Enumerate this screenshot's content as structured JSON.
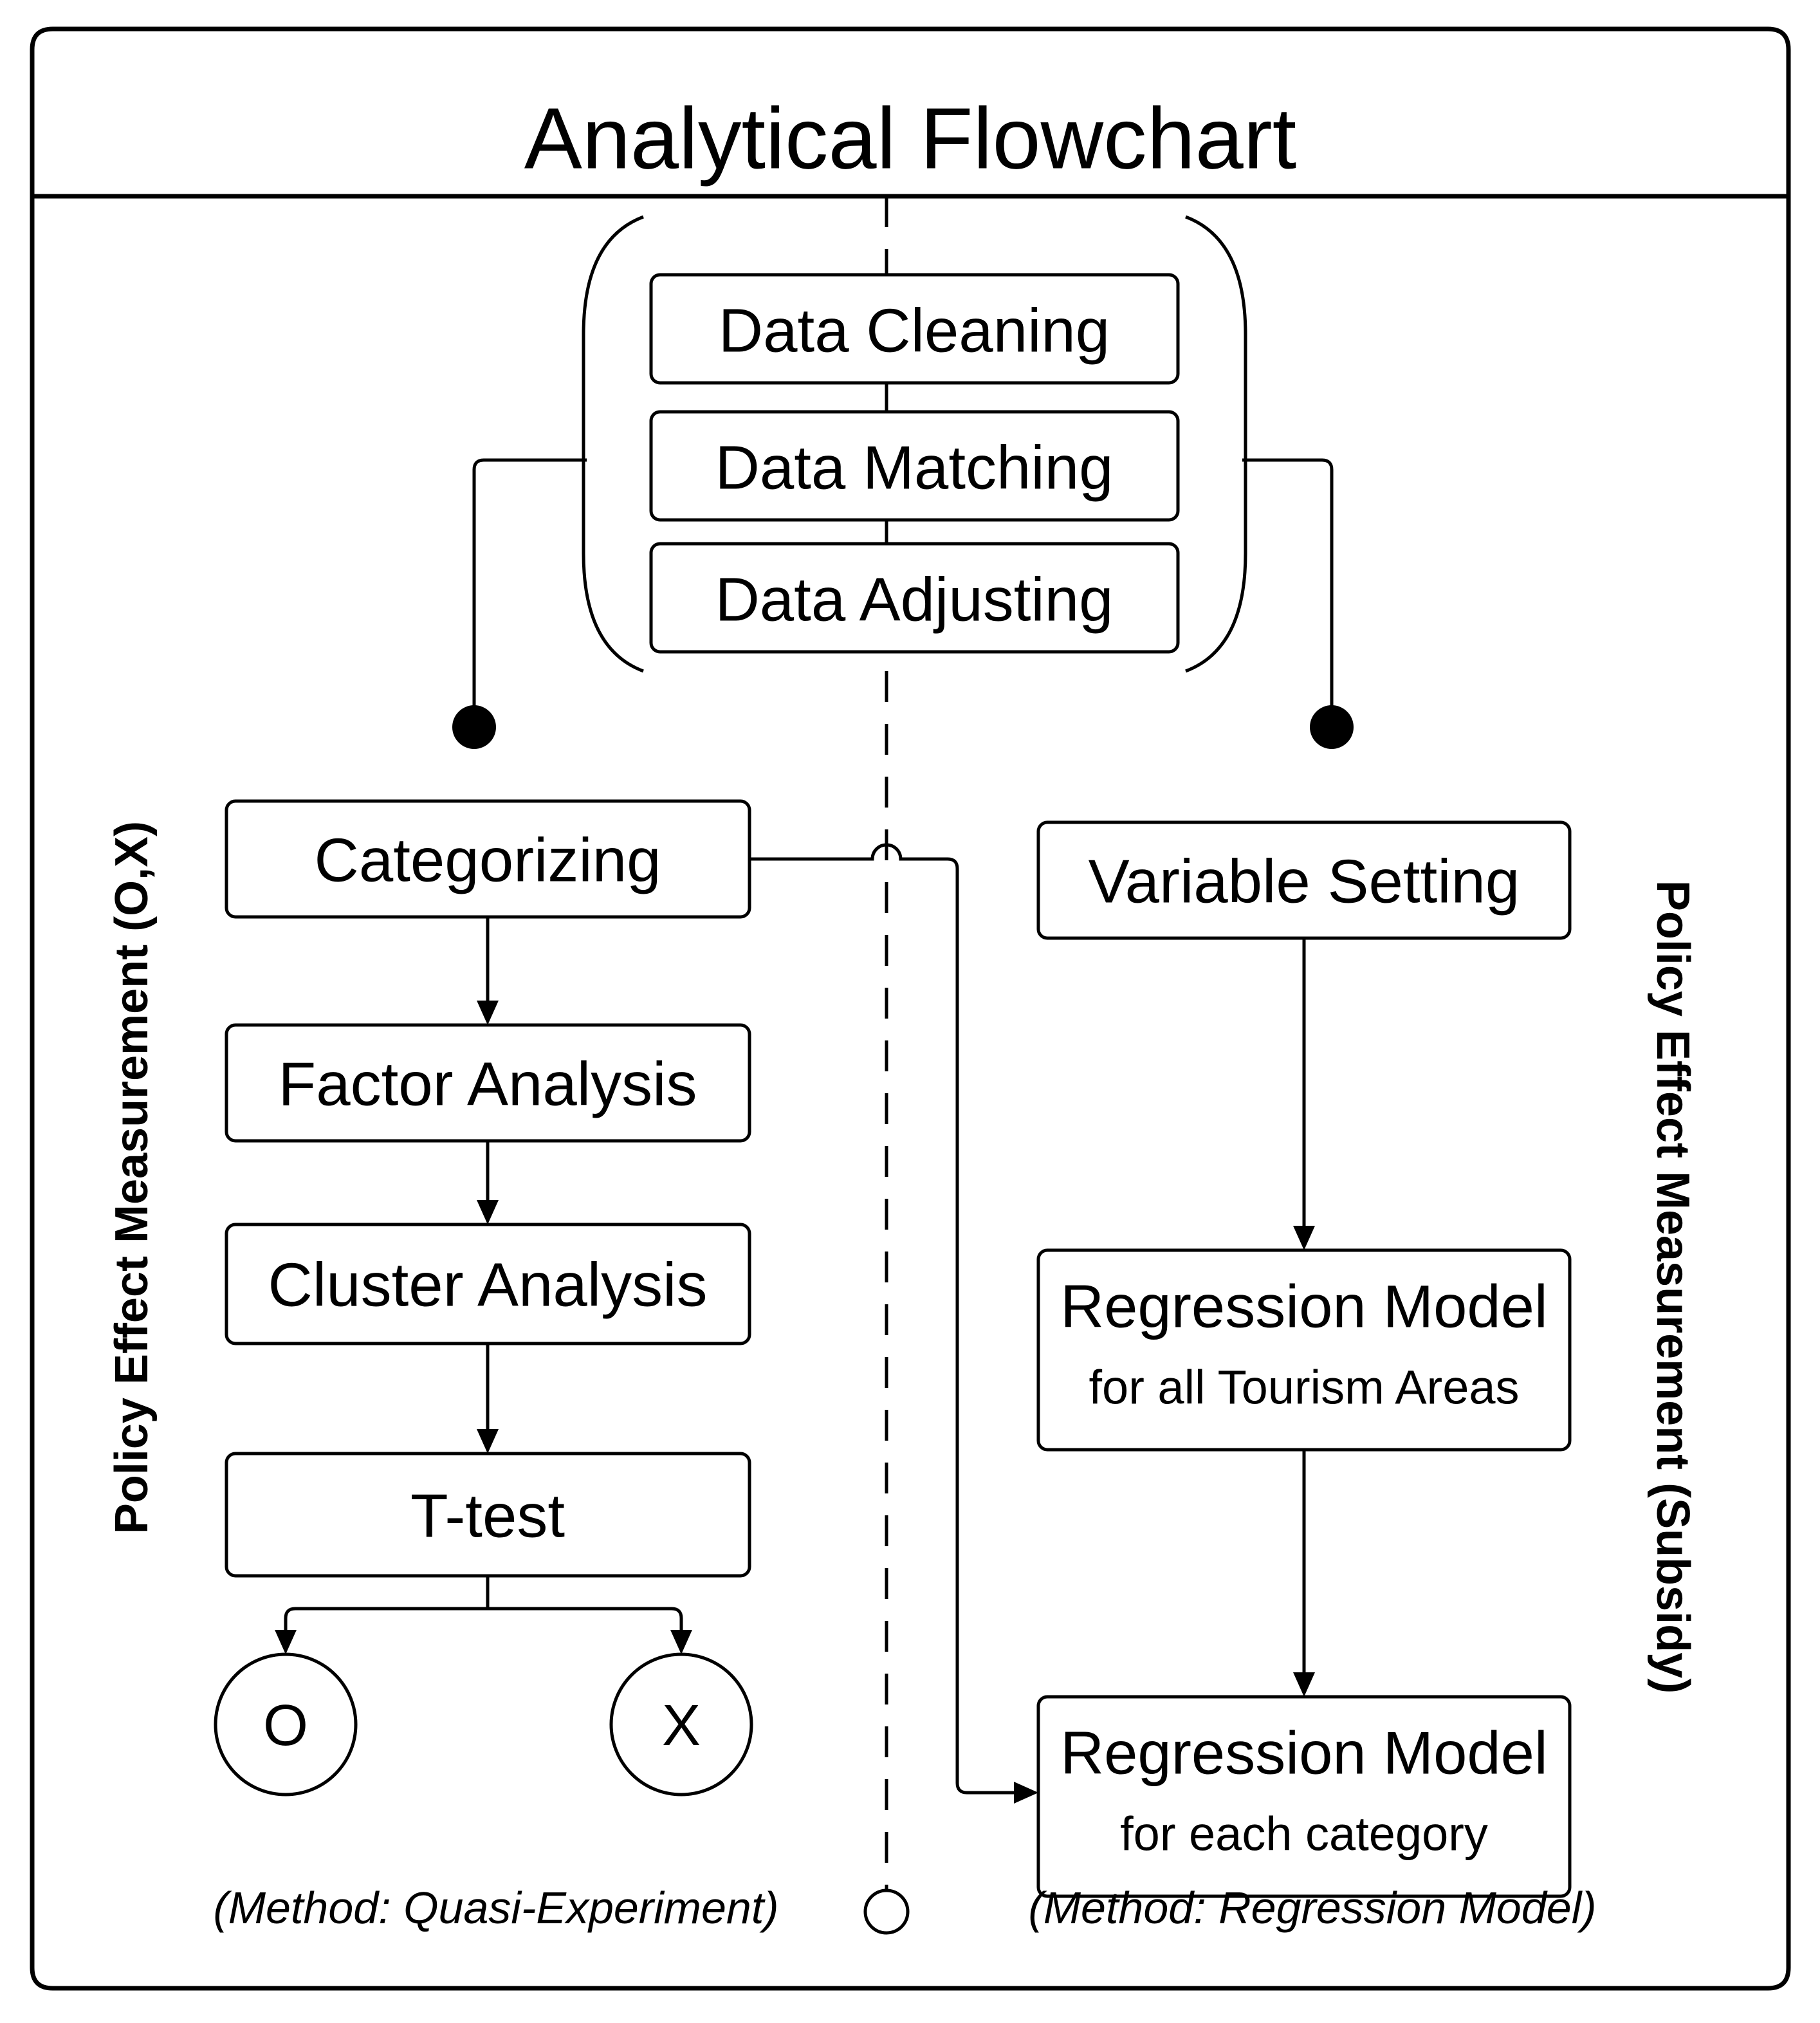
{
  "title": "Analytical Flowchart",
  "colors": {
    "title_bg": "#F2E8C8",
    "line": "#000000",
    "node_fill": "#FFFFFF"
  },
  "data_preparation": {
    "steps": [
      {
        "label": "Data Cleaning"
      },
      {
        "label": "Data Matching"
      },
      {
        "label": "Data Adjusting"
      }
    ]
  },
  "left_branch": {
    "side_label": "Policy Effect Measurement (O,X)",
    "steps": [
      {
        "label": "Categorizing"
      },
      {
        "label": "Factor Analysis"
      },
      {
        "label": "Cluster Analysis"
      },
      {
        "label": "T-test"
      }
    ],
    "outcomes": [
      {
        "label": "O"
      },
      {
        "label": "X"
      }
    ],
    "method_label": "(Method: Quasi-Experiment)"
  },
  "right_branch": {
    "side_label": "Policy Effect Measurement (Subsidy)",
    "steps": [
      {
        "title": "Variable Setting"
      },
      {
        "title": "Regression Model",
        "subtitle": "for all Tourism Areas"
      },
      {
        "title": "Regression Model",
        "subtitle": "for each category"
      }
    ],
    "method_label": "(Method: Regression Model)"
  }
}
